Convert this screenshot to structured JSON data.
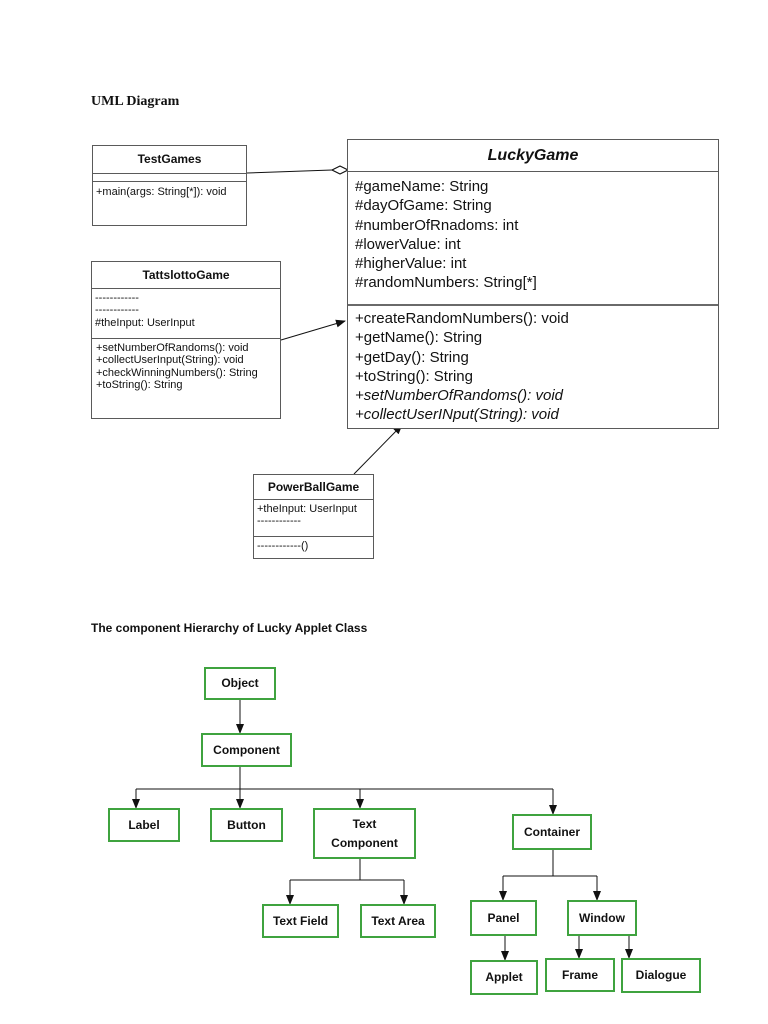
{
  "uml_section": {
    "title": "UML Diagram",
    "lucky_game": {
      "name": "LuckyGame",
      "attributes": [
        "#gameName: String",
        "#dayOfGame: String",
        "#numberOfRnadoms: int",
        "#lowerValue: int",
        "#higherValue: int",
        "#randomNumbers: String[*]"
      ],
      "operations": [
        "+createRandomNumbers(): void",
        "+getName(): String",
        "+getDay(): String",
        "+toString(): String",
        "+setNumberOfRandoms(): void",
        "+collectUserINput(String): void"
      ]
    },
    "test_games": {
      "name": "TestGames",
      "operations": [
        "+main(args: String[*]): void"
      ]
    },
    "tattslotto_game": {
      "name": "TattslottoGame",
      "attributes": [
        "------------",
        "------------",
        "#theInput: UserInput"
      ],
      "operations": [
        "+setNumberOfRandoms(): void",
        "+collectUserInput(String): void",
        "+checkWinningNumbers(): String",
        "+toString(): String"
      ]
    },
    "powerball_game": {
      "name": "PowerBallGame",
      "attributes": [
        "+theInput: UserInput",
        "------------"
      ],
      "operations": [
        "------------()"
      ]
    }
  },
  "hierarchy_section": {
    "title": "The component Hierarchy of Lucky Applet Class",
    "nodes": {
      "object": "Object",
      "component": "Component",
      "label": "Label",
      "button": "Button",
      "text_component_1": "Text",
      "text_component_2": "Component",
      "container": "Container",
      "text_field": "Text Field",
      "text_area": "Text Area",
      "panel": "Panel",
      "window": "Window",
      "applet": "Applet",
      "frame": "Frame",
      "dialogue": "Dialogue"
    }
  }
}
